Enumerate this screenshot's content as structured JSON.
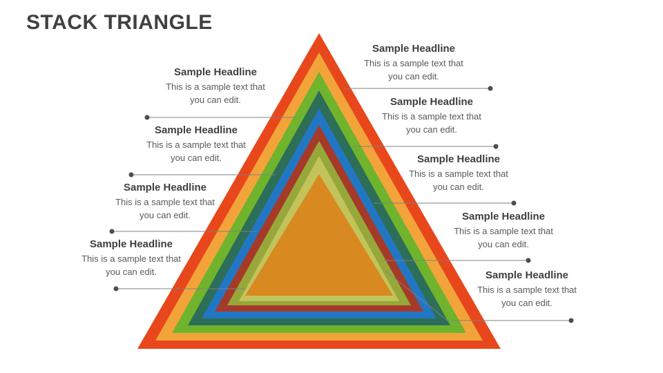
{
  "title": "STACK TRIANGLE",
  "layers": [
    {
      "name": "layer-1-outer",
      "color": "#E8471C"
    },
    {
      "name": "layer-2",
      "color": "#F2A43A"
    },
    {
      "name": "layer-3",
      "color": "#6FB42C"
    },
    {
      "name": "layer-4",
      "color": "#2C6E58"
    },
    {
      "name": "layer-5",
      "color": "#2277C5"
    },
    {
      "name": "layer-6",
      "color": "#A63A28"
    },
    {
      "name": "layer-7",
      "color": "#96A83A"
    },
    {
      "name": "layer-8",
      "color": "#C3C35C"
    },
    {
      "name": "layer-9-core",
      "color": "#D8891F"
    }
  ],
  "callouts": [
    {
      "id": "left-1",
      "side": "left",
      "headline": "Sample Headline",
      "body": "This is a sample text that you can edit."
    },
    {
      "id": "left-2",
      "side": "left",
      "headline": "Sample Headline",
      "body": "This is a sample text that you can edit."
    },
    {
      "id": "left-3",
      "side": "left",
      "headline": "Sample Headline",
      "body": "This is a sample text that you can edit."
    },
    {
      "id": "left-4",
      "side": "left",
      "headline": "Sample Headline",
      "body": "This is a sample text that you can edit."
    },
    {
      "id": "right-1",
      "side": "right",
      "headline": "Sample Headline",
      "body": "This is a sample text that you can edit."
    },
    {
      "id": "right-2",
      "side": "right",
      "headline": "Sample Headline",
      "body": "This is a sample text that you can edit."
    },
    {
      "id": "right-3",
      "side": "right",
      "headline": "Sample Headline",
      "body": "This is a sample text that you can edit."
    },
    {
      "id": "right-4",
      "side": "right",
      "headline": "Sample Headline",
      "body": "This is a sample text that you can edit."
    },
    {
      "id": "right-5",
      "side": "right",
      "headline": "Sample Headline",
      "body": "This is a sample text that you can edit."
    }
  ],
  "colors": {
    "title": "#404040",
    "headline": "#3f3f3f",
    "body_text": "#595959",
    "connector_line": "#808080",
    "connector_dot": "#4d4d4d",
    "background": "#ffffff"
  }
}
